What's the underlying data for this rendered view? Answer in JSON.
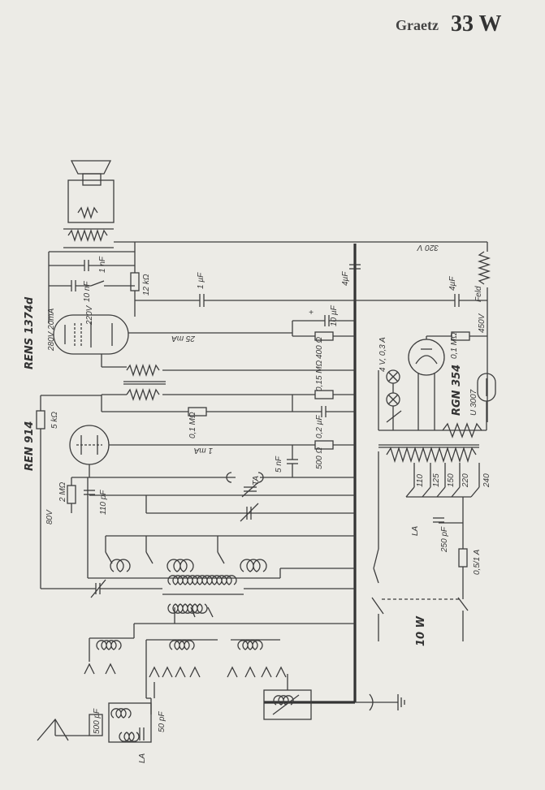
{
  "title": {
    "brand": "Graetz",
    "model": "33 W"
  },
  "tubes": {
    "power": "RENS 1374d",
    "detector": "REN 914",
    "rectifier": "RGN 354"
  },
  "labels": {
    "rens_rating": "280V 20mA",
    "v220": "220V",
    "ma25": "25 mA",
    "ma1": "1 mA",
    "c10nf": "10 nF",
    "c1nf": "1 nF",
    "r12k": "12 kΩ",
    "c1uf": "1 µF",
    "c4uf_a": "4µF",
    "c4uf_b": "4µF",
    "v320": "320 V",
    "feld": "Feld",
    "v450": "450V",
    "c10uf": "10 µF",
    "plus": "+",
    "r400": "400 Ω",
    "r01m": "0,1 MΩ",
    "lamp": "4 V, 0,3 A",
    "r015": "0,15 MΩ",
    "u3007": "U 3007",
    "r5k": "5 kΩ",
    "r01m_b": "0,1 MΩ",
    "c02uf": "0,2 µF",
    "r500": "500 Ω",
    "c5nf": "5 nF",
    "v80": "80V",
    "r2m": "2 MΩ",
    "c110": "110 pF",
    "ta": "TA",
    "taps": [
      "110",
      "125",
      "150",
      "220",
      "240"
    ],
    "la": "LA",
    "c250": "250 pF",
    "fuse": "0,5/1 A",
    "w10": "10 W",
    "c500": "500 pF",
    "c50": "50 pF",
    "la_b": "LA"
  }
}
